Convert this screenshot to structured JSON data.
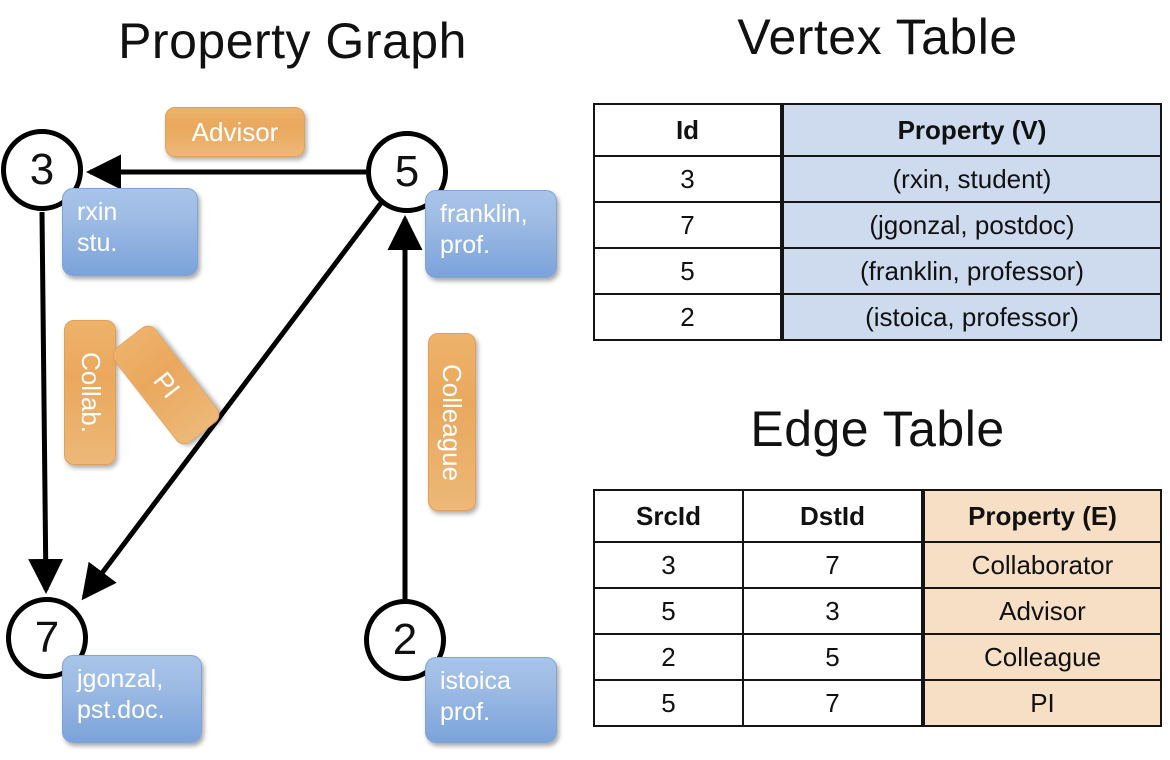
{
  "titles": {
    "property_graph": "Property Graph",
    "vertex_table": "Vertex Table",
    "edge_table": "Edge Table"
  },
  "graph": {
    "nodes": [
      {
        "id": "3",
        "property": "rxin\nstu.",
        "prop_line1": "rxin",
        "prop_line2": "stu."
      },
      {
        "id": "5",
        "property": "franklin, prof.",
        "prop_line1": "franklin,",
        "prop_line2": "prof."
      },
      {
        "id": "7",
        "property": "jgonzal, pst.doc.",
        "prop_line1": "jgonzal,",
        "prop_line2": "pst.doc."
      },
      {
        "id": "2",
        "property": "istoica prof.",
        "prop_line1": "istoica",
        "prop_line2": "prof."
      }
    ],
    "edge_labels": {
      "advisor": "Advisor",
      "collab": "Collab.",
      "pi": "PI",
      "colleague": "Colleague"
    }
  },
  "vertex_table": {
    "headers": [
      "Id",
      "Property (V)"
    ],
    "rows": [
      {
        "id": "3",
        "property": "(rxin, student)"
      },
      {
        "id": "7",
        "property": "(jgonzal, postdoc)"
      },
      {
        "id": "5",
        "property": "(franklin, professor)"
      },
      {
        "id": "2",
        "property": "(istoica, professor)"
      }
    ]
  },
  "edge_table": {
    "headers": [
      "SrcId",
      "DstId",
      "Property (E)"
    ],
    "rows": [
      {
        "src": "3",
        "dst": "7",
        "property": "Collaborator"
      },
      {
        "src": "5",
        "dst": "3",
        "property": "Advisor"
      },
      {
        "src": "2",
        "dst": "5",
        "property": "Colleague"
      },
      {
        "src": "5",
        "dst": "7",
        "property": "PI"
      }
    ]
  },
  "colors": {
    "vertex_property_fill": "#cedbef",
    "edge_property_fill": "#f7dfc6",
    "node_box_blue": "#8fb3e0",
    "edge_label_orange": "#eaa95f",
    "stroke": "#151515"
  }
}
